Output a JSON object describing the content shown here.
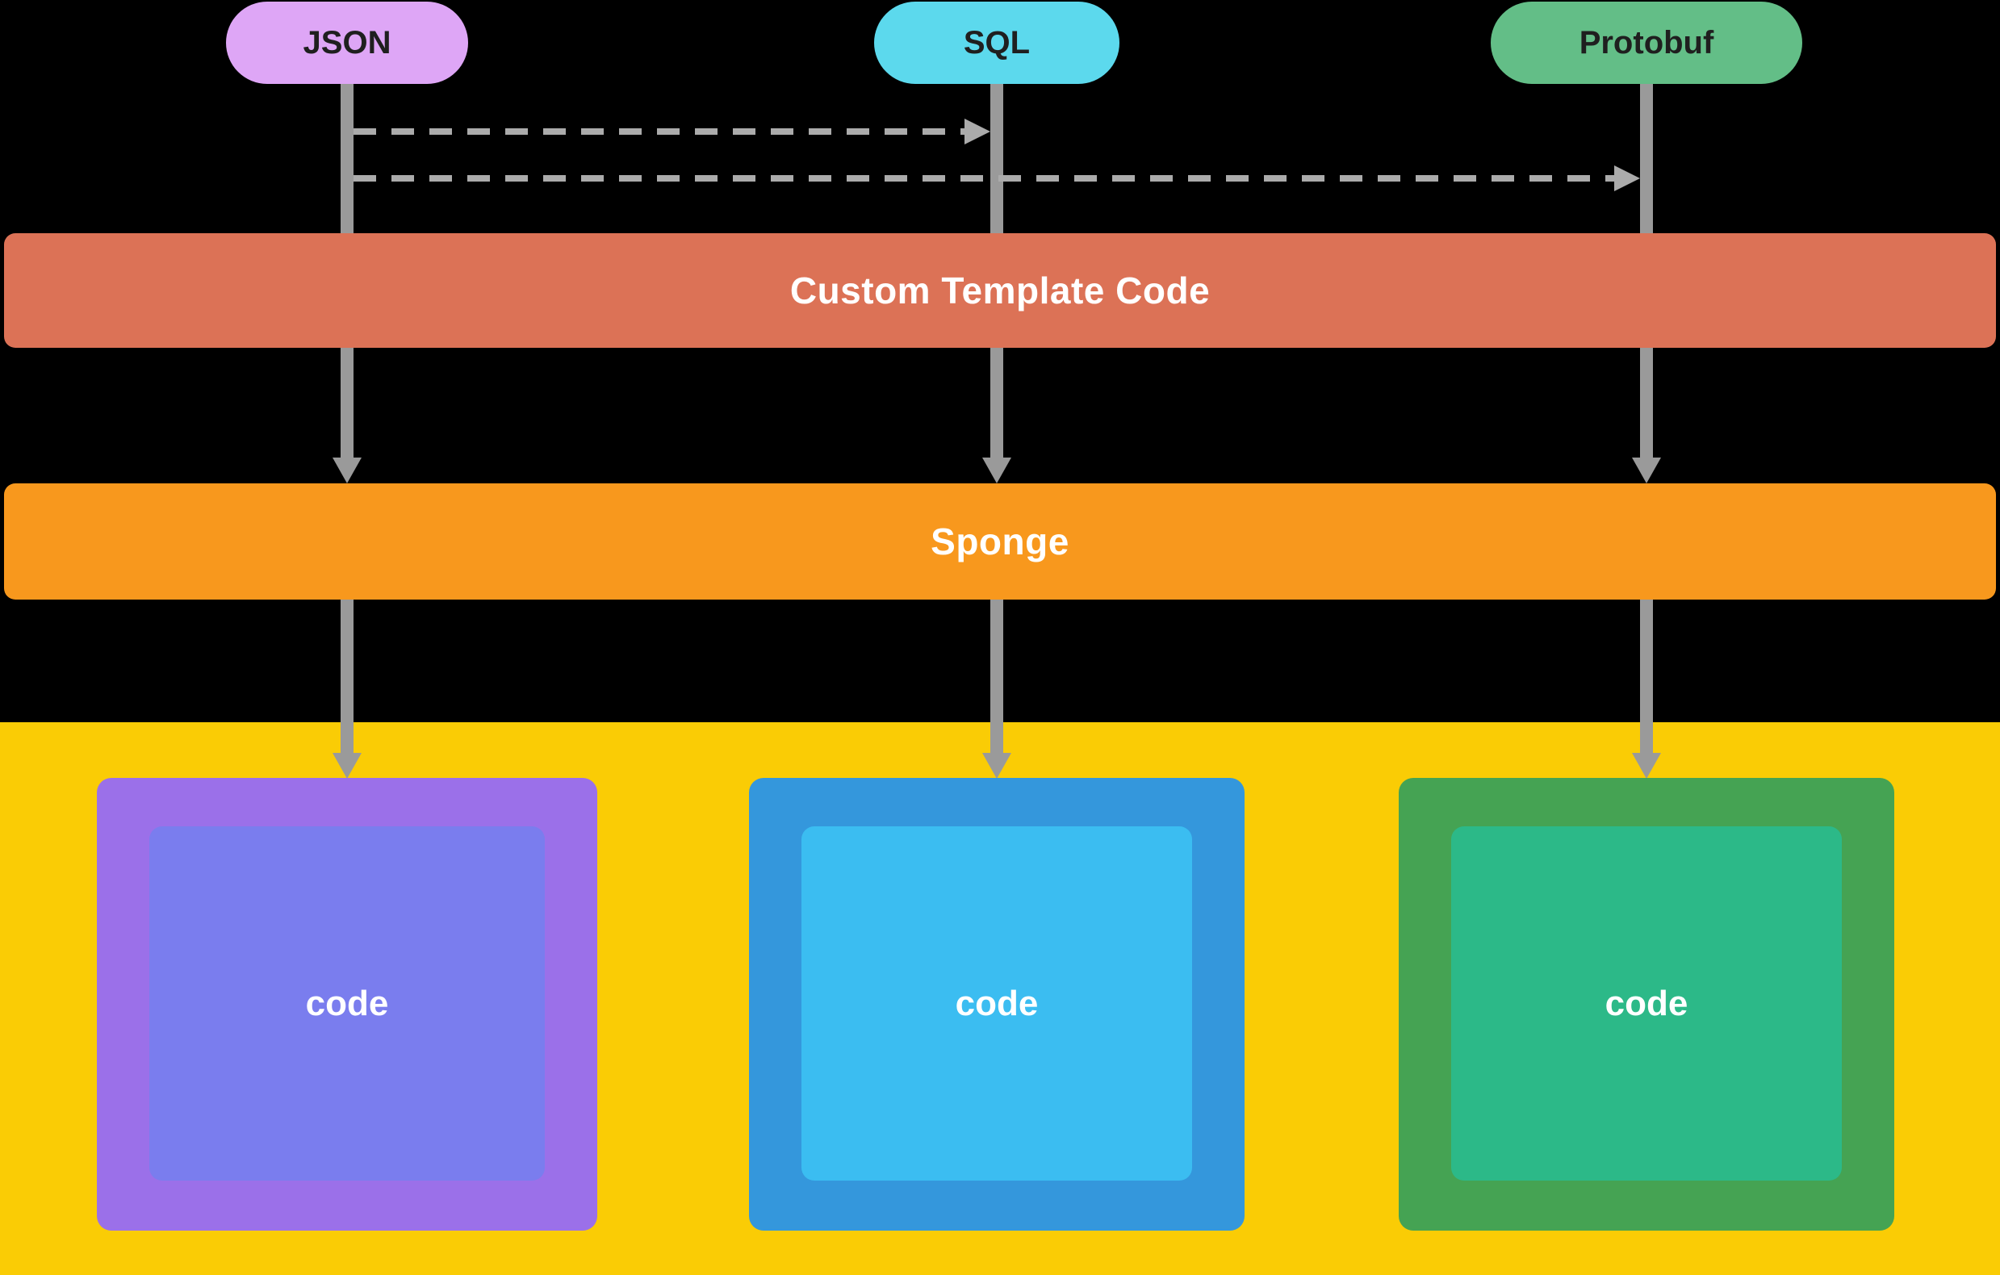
{
  "diagram": {
    "background_color": "#000000",
    "arrow_color": "#9a9a9a",
    "dashed_arrow_color": "#ababab",
    "sources": [
      {
        "label": "JSON",
        "color": "#dea6f6"
      },
      {
        "label": "SQL",
        "color": "#5cd9ed"
      },
      {
        "label": "Protobuf",
        "color": "#63be87"
      }
    ],
    "layers": [
      {
        "label": "Custom Template Code",
        "color": "#dc7256"
      },
      {
        "label": "Sponge",
        "color": "#f8981d"
      }
    ],
    "output_region": {
      "color": "#facc05"
    },
    "outputs": [
      {
        "label": "code",
        "outer_color": "#9b70e9",
        "inner_color": "#7a7dee"
      },
      {
        "label": "code",
        "outer_color": "#3497dc",
        "inner_color": "#3bbdf1"
      },
      {
        "label": "code",
        "outer_color": "#45a353",
        "inner_color": "#2cb988"
      }
    ],
    "dashed_links": [
      {
        "from": "JSON",
        "to": "SQL"
      },
      {
        "from": "JSON",
        "to": "Protobuf"
      }
    ]
  }
}
